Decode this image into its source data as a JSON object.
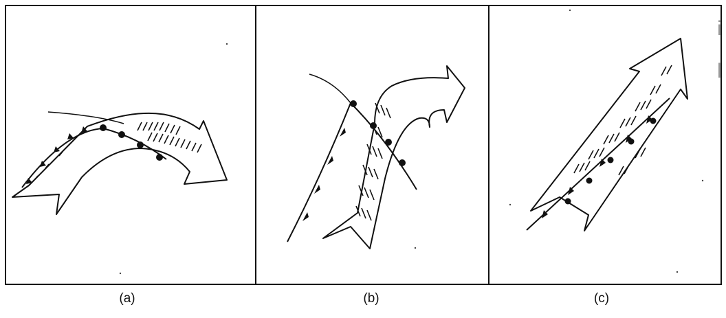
{
  "figure": {
    "panels": [
      {
        "id": "a",
        "label": "(a)"
      },
      {
        "id": "b",
        "label": "(b)"
      },
      {
        "id": "c",
        "label": "(c)"
      }
    ],
    "edge_glyphs": [
      "i",
      "l"
    ],
    "stroke_color": "#111111",
    "background_color": "#ffffff"
  }
}
